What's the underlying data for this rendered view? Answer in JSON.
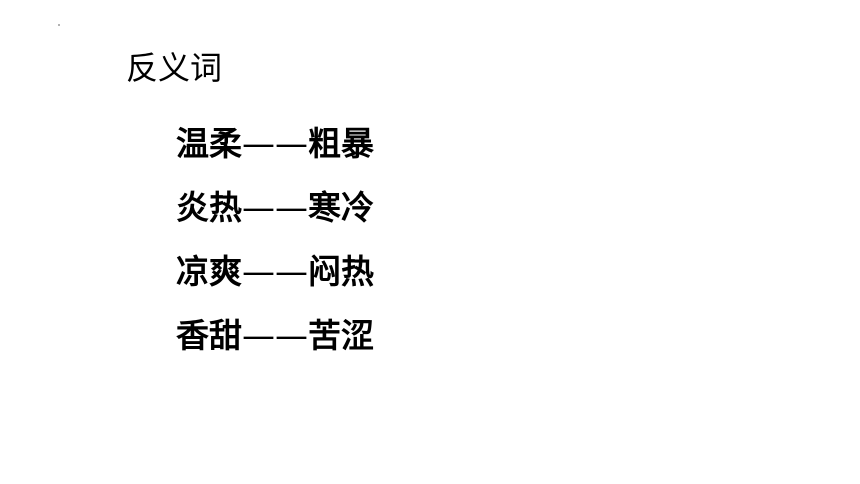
{
  "slide": {
    "title": "反义词",
    "pairs": [
      {
        "left": "温柔",
        "separator": "——",
        "right": "粗暴"
      },
      {
        "left": "炎热",
        "separator": "——",
        "right": "寒冷"
      },
      {
        "left": "凉爽",
        "separator": "——",
        "right": "闷热"
      },
      {
        "left": "香甜",
        "separator": "——",
        "right": "苦涩"
      }
    ]
  }
}
